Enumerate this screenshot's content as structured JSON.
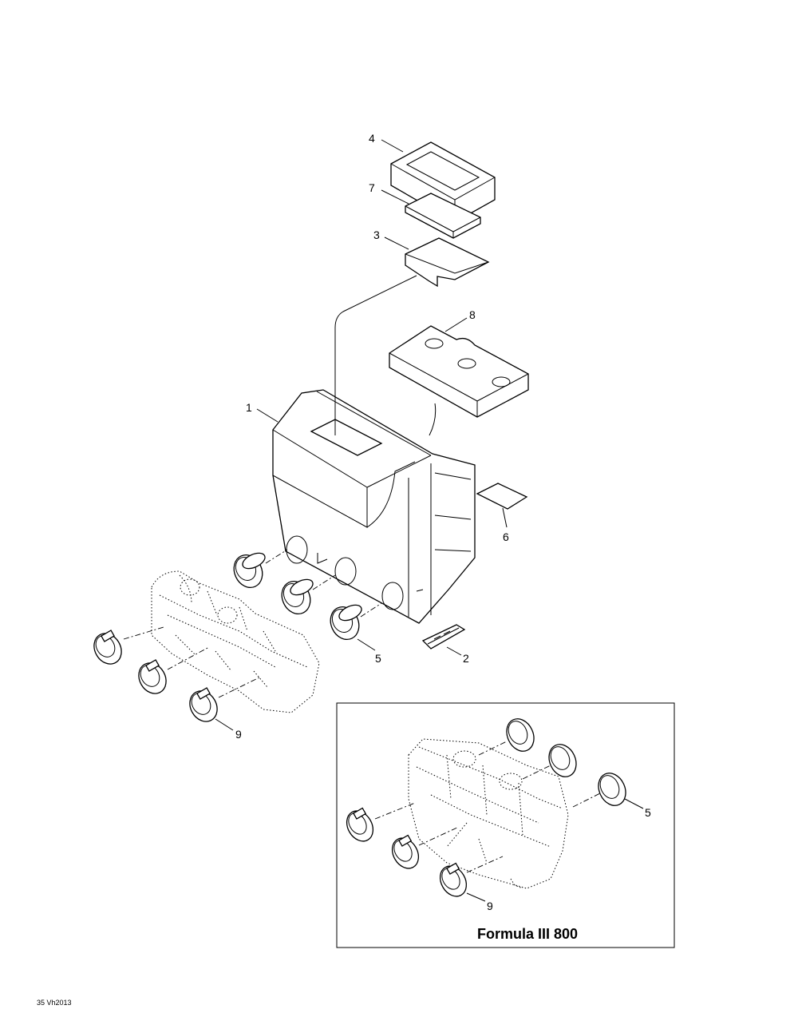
{
  "callouts": {
    "c1": "1",
    "c2": "2",
    "c3": "3",
    "c4": "4",
    "c5": "5",
    "c6": "6",
    "c7": "7",
    "c8": "8",
    "c9": "9",
    "inset_c5": "5",
    "inset_c9": "9"
  },
  "inset": {
    "title": "Formula III 800"
  },
  "footer": {
    "code": "35 Vh2013"
  }
}
